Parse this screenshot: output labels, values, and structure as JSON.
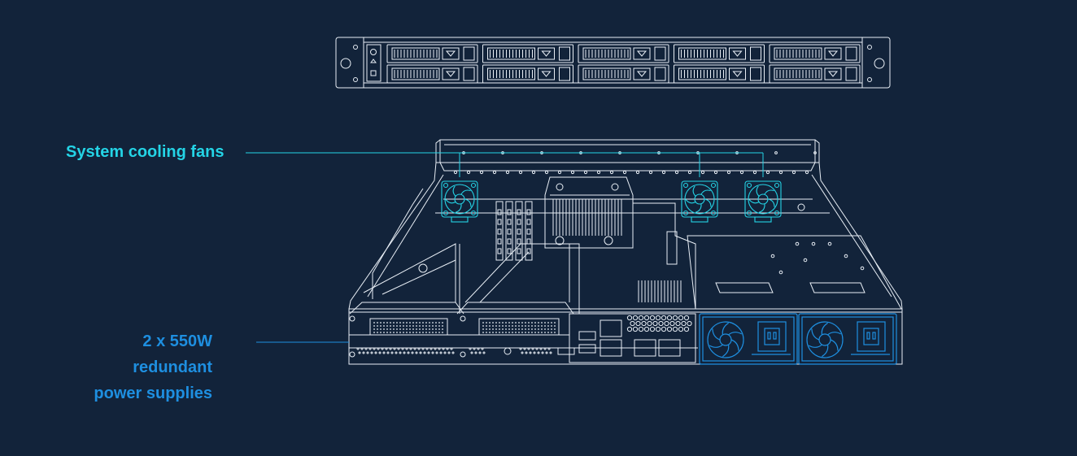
{
  "labels": {
    "fans": "System cooling fans",
    "psu": [
      "2 x 550W",
      "redundant",
      "power supplies"
    ]
  },
  "colors": {
    "background": "#12233a",
    "line_art": "#e8eef5",
    "fans_accent": "#24d4e6",
    "psu_accent": "#1e8fe0"
  },
  "front_panel": {
    "drive_bays": 10
  },
  "callouts": [
    "system-cooling-fans",
    "redundant-power-supplies"
  ]
}
